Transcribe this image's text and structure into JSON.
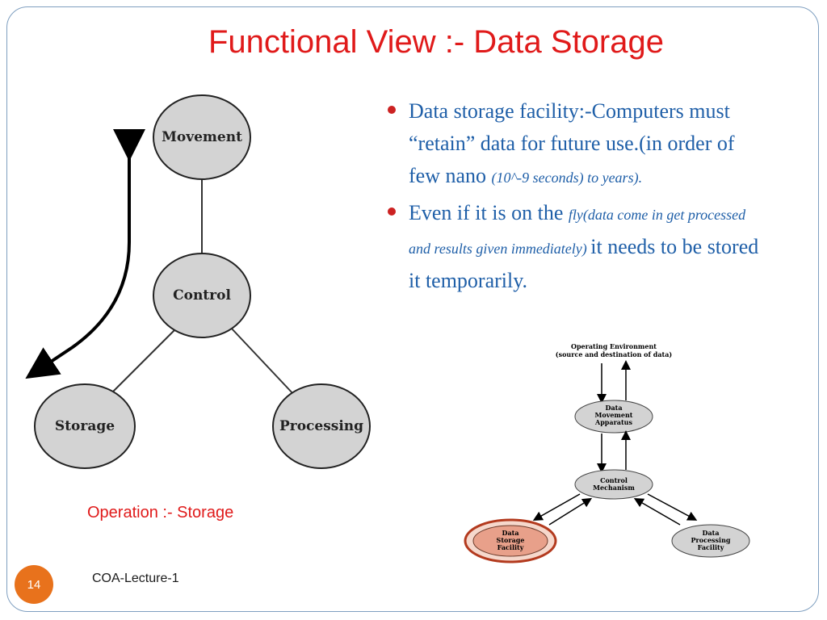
{
  "slide": {
    "title": "Functional View :- Data Storage",
    "page_number": "14",
    "footer": "COA-Lecture-1",
    "caption": "Operation :- Storage"
  },
  "left_diagram": {
    "nodes": {
      "movement": "Movement",
      "control": "Control",
      "storage": "Storage",
      "processing": "Processing"
    }
  },
  "bullets": [
    {
      "text_a": "Data storage facility:-Computers must “retain” data for future use.(in order of few nano ",
      "text_b": "(10^-9 seconds) to years)."
    },
    {
      "text_a": "Even if it is on the ",
      "text_b": "fly(data come in get processed and results given immediately) ",
      "text_c": " it needs to be stored it temporarily."
    }
  ],
  "right_diagram": {
    "env_line1": "Operating Environment",
    "env_line2": "(source and destination of data)",
    "movement": [
      "Data",
      "Movement",
      "Apparatus"
    ],
    "control": [
      "Control",
      "Mechanism"
    ],
    "storage": [
      "Data",
      "Storage",
      "Facility"
    ],
    "processing": [
      "Data",
      "Processing",
      "Facility"
    ]
  },
  "colors": {
    "title": "#e01a1a",
    "bullet_text": "#1f5fa8",
    "page_circle": "#e8721c",
    "node_fill": "#d3d3d3",
    "highlight_fill": "#e8a08a",
    "highlight_ring": "#b33a1e"
  }
}
